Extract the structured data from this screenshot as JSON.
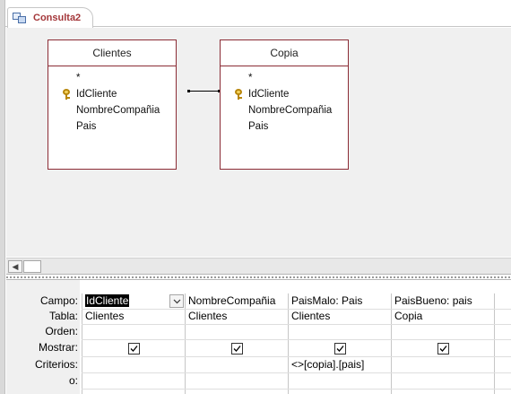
{
  "document_tab": {
    "title": "Consulta2"
  },
  "tables": [
    {
      "name": "Clientes",
      "fields": [
        "*",
        "IdCliente",
        "NombreCompañia",
        "Pais"
      ],
      "key_field": "IdCliente"
    },
    {
      "name": "Copia",
      "fields": [
        "*",
        "IdCliente",
        "NombreCompañia",
        "Pais"
      ],
      "key_field": "IdCliente"
    }
  ],
  "relationship": {
    "from": "Clientes.IdCliente",
    "to": "Copia.IdCliente"
  },
  "grid": {
    "row_labels": [
      "Campo:",
      "Tabla:",
      "Orden:",
      "Mostrar:",
      "Criterios:",
      "o:"
    ],
    "columns": [
      {
        "campo": "IdCliente",
        "tabla": "Clientes",
        "orden": "",
        "mostrar": true,
        "criterios": "",
        "o": "",
        "selected": true
      },
      {
        "campo": "NombreCompañia",
        "tabla": "Clientes",
        "orden": "",
        "mostrar": true,
        "criterios": "",
        "o": ""
      },
      {
        "campo": "PaisMalo: Pais",
        "tabla": "Clientes",
        "orden": "",
        "mostrar": true,
        "criterios": "<>[copia].[pais]",
        "o": ""
      },
      {
        "campo": "PaisBueno: pais",
        "tabla": "Copia",
        "orden": "",
        "mostrar": true,
        "criterios": "",
        "o": ""
      }
    ]
  },
  "icons": {
    "tab": "query-design-icon",
    "key": "primary-key-icon",
    "scroll_left": "scroll-left-arrow-icon",
    "dropdown": "chevron-down-icon",
    "checkbox": "checkbox-checked-icon"
  },
  "colors": {
    "table_border": "#8b2c35",
    "tab_label": "#a4373a",
    "design_bg": "#f0f0f0"
  }
}
